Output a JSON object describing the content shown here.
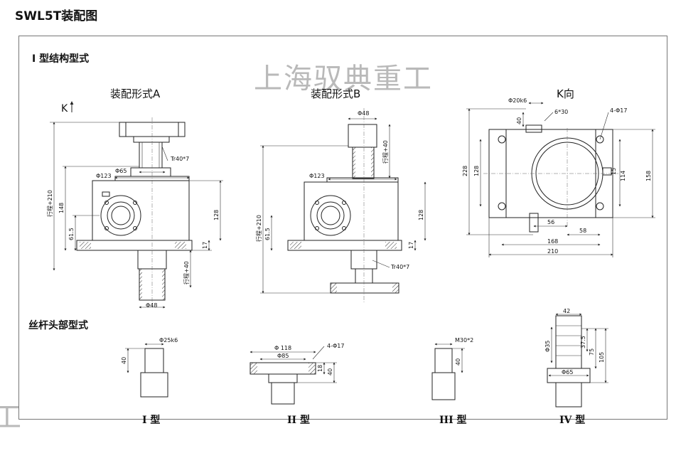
{
  "page_title": "SWL5T装配图",
  "watermark": "上海驭典重工",
  "watermark_partial": "工",
  "sections": {
    "structure": "I 型结构型式",
    "screw_head": "丝杆头部型式"
  },
  "views": {
    "a": "装配形式A",
    "b": "装配形式B",
    "k": "K向",
    "k_arrow": "K"
  },
  "dims": {
    "a_tr": "Tr40*7",
    "a_d65": "Φ65",
    "a_d123": "Φ123",
    "a_stroke210": "行程+210",
    "a_148": "148",
    "a_615": "61.5",
    "a_128": "128",
    "a_17": "17",
    "a_stroke40": "行程+40",
    "a_d48": "Φ48",
    "b_d48": "Φ48",
    "b_stroke40": "行程+40",
    "b_d123": "Φ123",
    "b_stroke210": "行程+210",
    "b_615": "61.5",
    "b_128": "128",
    "b_17": "17",
    "b_tr": "Tr40*7",
    "k_d20": "Φ20k6",
    "k_40": "40",
    "k_6x30": "6*30",
    "k_4d17": "4-Φ17",
    "k_228": "228",
    "k_128": "128",
    "k_114": "114",
    "k_158": "158",
    "k_15": "15",
    "k_56": "56",
    "k_58": "58",
    "k_168": "168",
    "k_210": "210",
    "t1_d25": "Φ25k6",
    "t1_40": "40",
    "t2_d118": "Φ 118",
    "t2_d85": "Φ85",
    "t2_4d17": "4-Φ17",
    "t2_18": "18",
    "t2_40": "40",
    "t3_m30": "M30*2",
    "t3_40": "40",
    "t4_42": "42",
    "t4_d35": "Φ35",
    "t4_375": "37.5",
    "t4_75": "75",
    "t4_105": "105",
    "t4_d65": "Φ65"
  },
  "types": [
    "I 型",
    "II 型",
    "III 型",
    "IV 型"
  ]
}
